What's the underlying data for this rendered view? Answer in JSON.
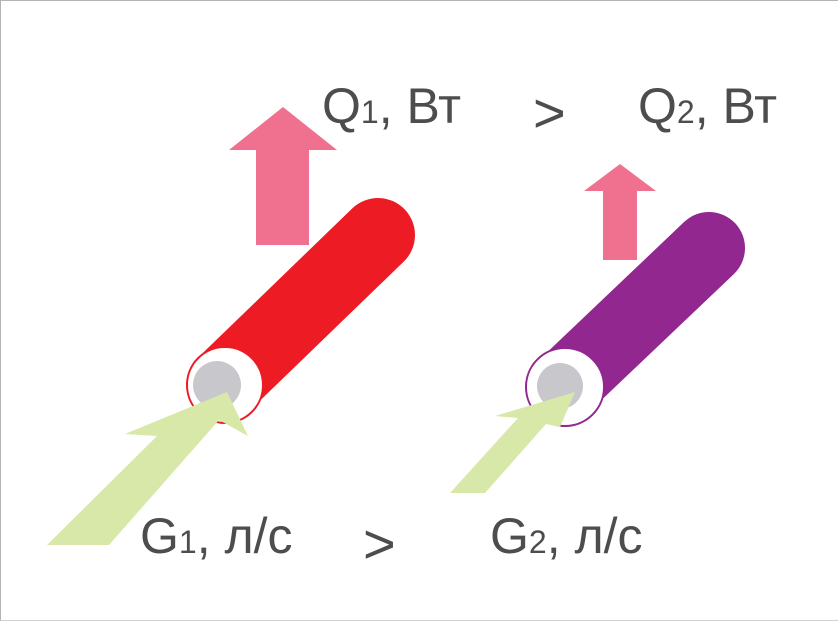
{
  "labels": {
    "q1_letter": "Q",
    "q1_sub": "1",
    "q1_unit": ", Вт",
    "q2_letter": "Q",
    "q2_sub": "2",
    "q2_unit": ", Вт",
    "g1_letter": "G",
    "g1_sub": "1",
    "g1_unit": ", л/с",
    "g2_letter": "G",
    "g2_sub": "2",
    "g2_unit": ", л/с",
    "heat_compare": ">",
    "flow_compare": ">"
  },
  "colors": {
    "hot_pipe": "#ed1c24",
    "cool_pipe": "#92278f",
    "heat_arrow": "#f07090",
    "flow_arrow": "#d7e8a8",
    "pipe_bore": "#c8c8cc",
    "text": "#4d4d4d"
  }
}
